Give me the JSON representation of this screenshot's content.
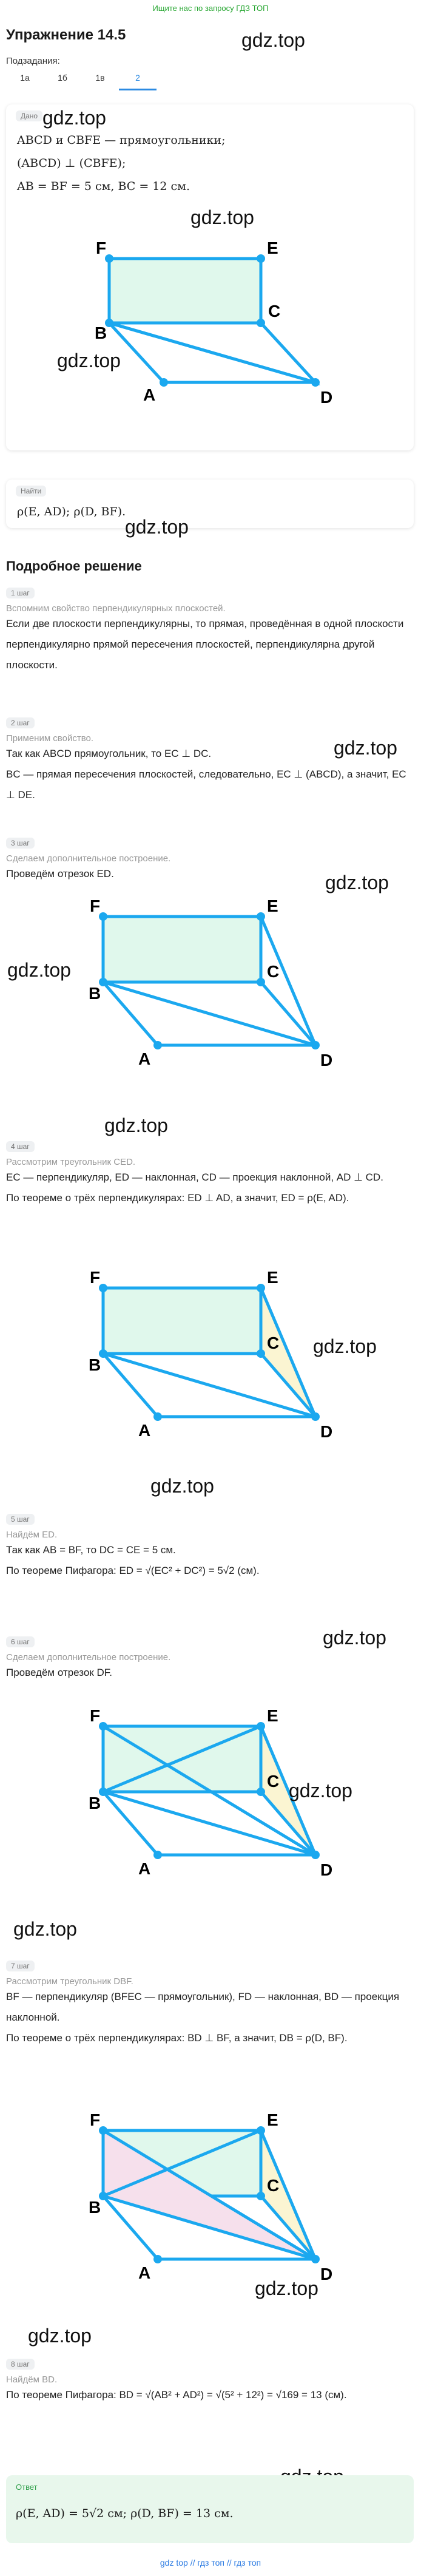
{
  "top_link": "Ищите нас по запросу ГДЗ ТОП",
  "title": "Упражнение 14.5",
  "subtasks_label": "Подзадания:",
  "tabs": [
    "1а",
    "1б",
    "1в",
    "2"
  ],
  "watermark": "gdz.top",
  "given_badge": "Дано",
  "given_lines": [
    "ABCD и CBFE — прямоугольники;",
    "(ABCD) ⊥ (CBFE);",
    "AB = BF = 5 см, BC = 12 см."
  ],
  "find_badge": "Найти",
  "find_text": "ρ(E, AD); ρ(D, BF).",
  "solution_title": "Подробное решение",
  "step1_badge": "1 шаг",
  "step1_hint": "Вспомним свойство перпендикулярных плоскостей.",
  "step1_text": "Если две плоскости перпендикулярны, то прямая, проведённая в одной плоскости перпендикулярно прямой пересечения плоскостей, перпендикулярна другой плоскости.",
  "step2_badge": "2 шаг",
  "step2_hint": "Применим свойство.",
  "step2_text1": "Так как ABCD прямоугольник, то EC ⊥ DC.",
  "step2_text2": "BC — прямая пересечения плоскостей, следовательно, EC ⊥ (ABCD), а значит, EC ⊥ DE.",
  "step3_badge": "3 шаг",
  "step3_hint": "Сделаем дополнительное построение.",
  "step3_text": "Проведём отрезок ED.",
  "step4_badge": "4 шаг",
  "step4_hint": "Рассмотрим треугольник CED.",
  "step4_text1": "EC — перпендикуляр, ED — наклонная, CD — проекция наклонной, AD ⊥ CD.",
  "step4_text2": "По теореме о трёх перпендикулярах: ED ⊥ AD, а значит, ED = ρ(E, AD).",
  "step5_badge": "5 шаг",
  "step5_hint": "Найдём ED.",
  "step5_text1": "Так как AB = BF, то DC = CE = 5 см.",
  "step5_text2": "По теореме Пифагора: ED = √(EC² + DC²) = 5√2 (см).",
  "step6_badge": "6 шаг",
  "step6_hint": "Сделаем дополнительное построение.",
  "step6_text": "Проведём отрезок DF.",
  "step7_badge": "7 шаг",
  "step7_hint": "Рассмотрим треугольник DBF.",
  "step7_text1": "BF — перпендикуляр (BFEC — прямоугольник), FD — наклонная, BD — проекция наклонной.",
  "step7_text2": "По теореме о трёх перпендикулярах: BD ⊥ BF, а значит, DB = ρ(D, BF).",
  "step8_badge": "8 шаг",
  "step8_hint": "Найдём BD.",
  "step8_text": "По теореме Пифагора: BD = √(AB² + AD²) = √(5² + 12²) = √169 = 13 (см).",
  "answer_badge": "Ответ",
  "answer_text": "ρ(E, AD) = 5√2 см; ρ(D, BF) = 13 см.",
  "footer": "gdz top // гдз топ // гдз топ",
  "points": {
    "F": "F",
    "E": "E",
    "C": "C",
    "B": "B",
    "A": "A",
    "D": "D"
  },
  "colors": {
    "line": "#1ba8ef",
    "fill_rect": "#e0f8ec",
    "fill_yellow": "#fbf5d2",
    "fill_pink": "#f6e0ec",
    "accent": "#2b8ae2"
  }
}
